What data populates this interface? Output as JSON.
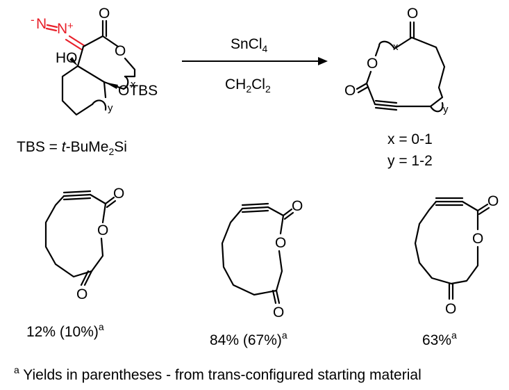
{
  "reaction": {
    "reagent_top": "SnCl",
    "reagent_top_sub": "4",
    "reagent_bottom": "CH",
    "reagent_bottom_sub1": "2",
    "reagent_bottom_mid": "Cl",
    "reagent_bottom_sub2": "2"
  },
  "starting_material": {
    "diazo_minus": "-",
    "diazo_n1": "N",
    "diazo_n2": "N",
    "diazo_plus": "+",
    "carbonyl_o": "O",
    "ring_o": "O",
    "hydroxyl": "HO",
    "silyl_ether": "OTBS",
    "x_label": "x",
    "y_label": "y",
    "tbs_def_pre": "TBS = ",
    "tbs_def_italic": "t",
    "tbs_def_mid": "-BuMe",
    "tbs_def_sub": "2",
    "tbs_def_end": "Si"
  },
  "product": {
    "ketone_o": "O",
    "ring_o": "O",
    "carbonyl_o": "O",
    "x_label": "x",
    "y_label": "y",
    "x_range": "x = 0-1",
    "y_range": "y = 1-2"
  },
  "examples": [
    {
      "carbonyl_o": "O",
      "ring_o": "O",
      "ketone_o": "O",
      "yield": "12% (10%)",
      "mark": "a"
    },
    {
      "carbonyl_o": "O",
      "ring_o": "O",
      "ketone_o": "O",
      "yield": "84% (67%)",
      "mark": "a"
    },
    {
      "carbonyl_o": "O",
      "ring_o": "O",
      "ketone_o": "O",
      "yield": "63%",
      "mark": "a"
    }
  ],
  "footnote": {
    "mark": "a",
    "text": " Yields in parentheses - from trans-configured starting material"
  },
  "colors": {
    "diazo": "#e8202a",
    "ink": "#000000"
  }
}
